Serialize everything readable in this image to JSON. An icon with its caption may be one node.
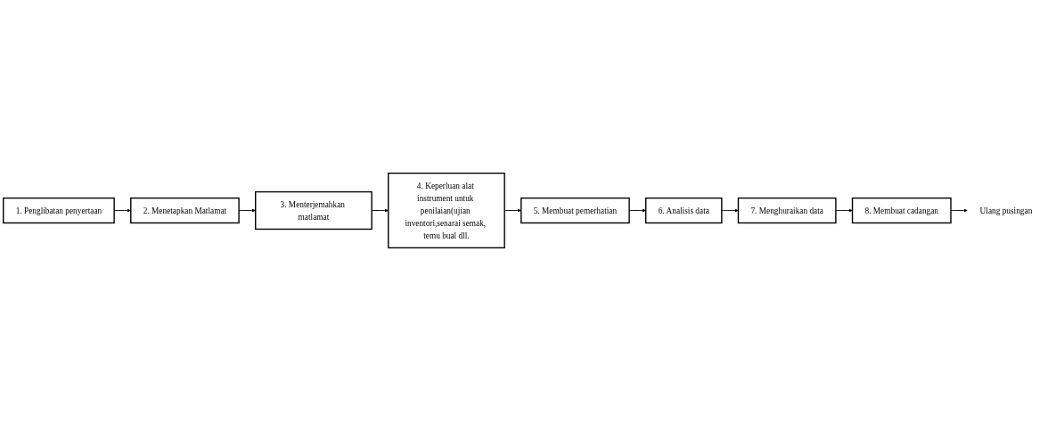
{
  "diagram": {
    "nodes": [
      {
        "text": [
          "1. Penglibatan penyertaan"
        ]
      },
      {
        "text": [
          "2. Menetapkan Matlamat"
        ]
      },
      {
        "text": [
          "3. Menterjemahkan matlamat"
        ]
      },
      {
        "text": [
          "4. Keperluan alat instrument untuk penilaian(ujian inventori,senarai semak, temu bual dll."
        ]
      },
      {
        "text": [
          "5. Membuat pemerhatian"
        ]
      },
      {
        "text": [
          "6. Analisis data"
        ]
      },
      {
        "text": [
          "7. Menghuraikan data"
        ]
      },
      {
        "text": [
          "8. Membuat cadangan"
        ]
      },
      {
        "text": [
          "Ulang pusingan"
        ]
      }
    ],
    "edges": [
      {
        "from": 0,
        "to": 1,
        "arrow": "to"
      },
      {
        "from": 1,
        "to": 2,
        "arrow": "to"
      },
      {
        "from": 2,
        "to": 3,
        "arrow": "to"
      },
      {
        "from": 3,
        "to": 4,
        "arrow": "to"
      },
      {
        "from": 4,
        "to": 5,
        "arrow": "to"
      },
      {
        "from": 5,
        "to": 6,
        "arrow": "to"
      },
      {
        "from": 6,
        "to": 7,
        "arrow": "to"
      },
      {
        "from": 7,
        "to": 8,
        "arrow": "to"
      }
    ]
  }
}
